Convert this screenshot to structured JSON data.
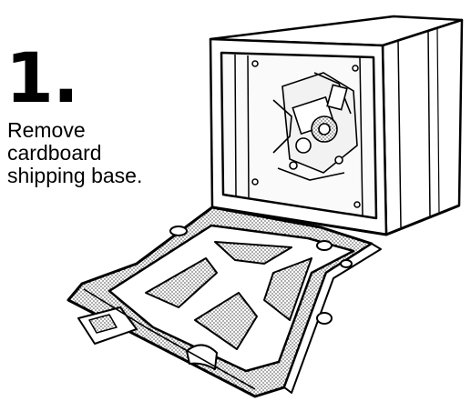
{
  "step": {
    "number": "1.",
    "instruction_lines": [
      "Remove",
      "cardboard",
      "shipping base."
    ]
  }
}
